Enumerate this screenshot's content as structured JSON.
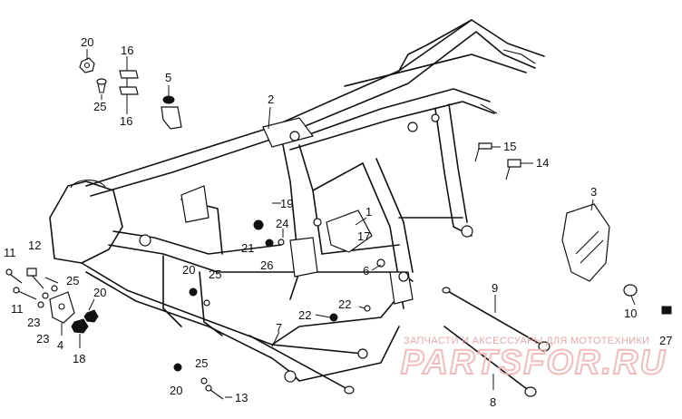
{
  "callouts": [
    {
      "id": "20a",
      "text": "20"
    },
    {
      "id": "25a",
      "text": "25"
    },
    {
      "id": "16a",
      "text": "16"
    },
    {
      "id": "16b",
      "text": "16"
    },
    {
      "id": "5",
      "text": "5"
    },
    {
      "id": "2",
      "text": "2"
    },
    {
      "id": "15",
      "text": "15"
    },
    {
      "id": "14",
      "text": "14"
    },
    {
      "id": "3",
      "text": "3"
    },
    {
      "id": "19",
      "text": "19"
    },
    {
      "id": "1",
      "text": "1"
    },
    {
      "id": "24",
      "text": "24"
    },
    {
      "id": "21",
      "text": "21"
    },
    {
      "id": "26",
      "text": "26"
    },
    {
      "id": "17",
      "text": "17"
    },
    {
      "id": "6",
      "text": "6"
    },
    {
      "id": "11a",
      "text": "11"
    },
    {
      "id": "12",
      "text": "12"
    },
    {
      "id": "25b",
      "text": "25"
    },
    {
      "id": "11b",
      "text": "11"
    },
    {
      "id": "23a",
      "text": "23"
    },
    {
      "id": "20b",
      "text": "20"
    },
    {
      "id": "23b",
      "text": "23"
    },
    {
      "id": "4",
      "text": "4"
    },
    {
      "id": "18",
      "text": "18"
    },
    {
      "id": "20c",
      "text": "20"
    },
    {
      "id": "25c",
      "text": "25"
    },
    {
      "id": "9",
      "text": "9"
    },
    {
      "id": "10",
      "text": "10"
    },
    {
      "id": "27",
      "text": "27"
    },
    {
      "id": "22a",
      "text": "22"
    },
    {
      "id": "22b",
      "text": "22"
    },
    {
      "id": "7",
      "text": "7"
    },
    {
      "id": "8",
      "text": "8"
    },
    {
      "id": "25d",
      "text": "25"
    },
    {
      "id": "20d",
      "text": "20"
    },
    {
      "id": "13",
      "text": "13"
    }
  ],
  "watermark": {
    "caption": "ЗАПЧАСТИ И АКСЕССУАРЫ ДЛЯ МОТОТЕХНИКИ",
    "logo": "PARTSFOR.RU",
    "color": "#e9a3a3"
  }
}
